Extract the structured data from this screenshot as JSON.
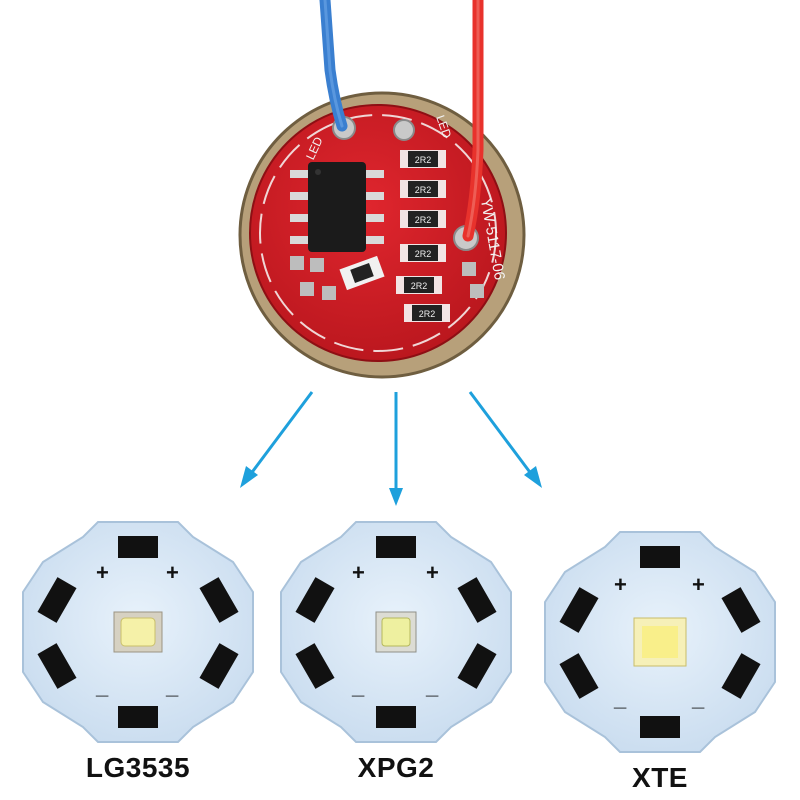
{
  "driver_board": {
    "silkscreen_model": "YW-5117-06",
    "resistor_marking": "2R2",
    "pad_labels": [
      "LED",
      "LED"
    ],
    "wires": [
      "blue",
      "red"
    ]
  },
  "led_boards": [
    {
      "label": "LG3535",
      "plus_sign": "+",
      "minus_sign": "_"
    },
    {
      "label": "XPG2",
      "plus_sign": "+",
      "minus_sign": "_"
    },
    {
      "label": "XTE",
      "plus_sign": "+",
      "minus_sign": "_"
    }
  ],
  "colors": {
    "pcb_red": "#d8232a",
    "arrow_blue": "#1ea0dc",
    "star_board": "#dbeaf8",
    "pad_black": "#111111",
    "wire_red": "#e8322c",
    "wire_blue": "#3a7fd0"
  }
}
